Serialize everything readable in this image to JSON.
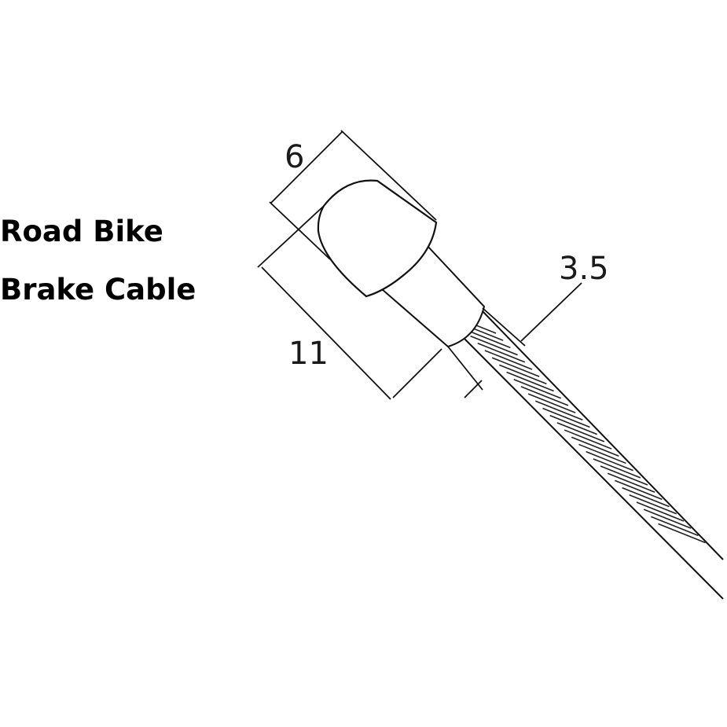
{
  "title": {
    "line1": "Road Bike",
    "line2": "Brake Cable"
  },
  "dimensions": {
    "head_width": "6",
    "head_length": "11",
    "cable_diameter": "3.5"
  }
}
